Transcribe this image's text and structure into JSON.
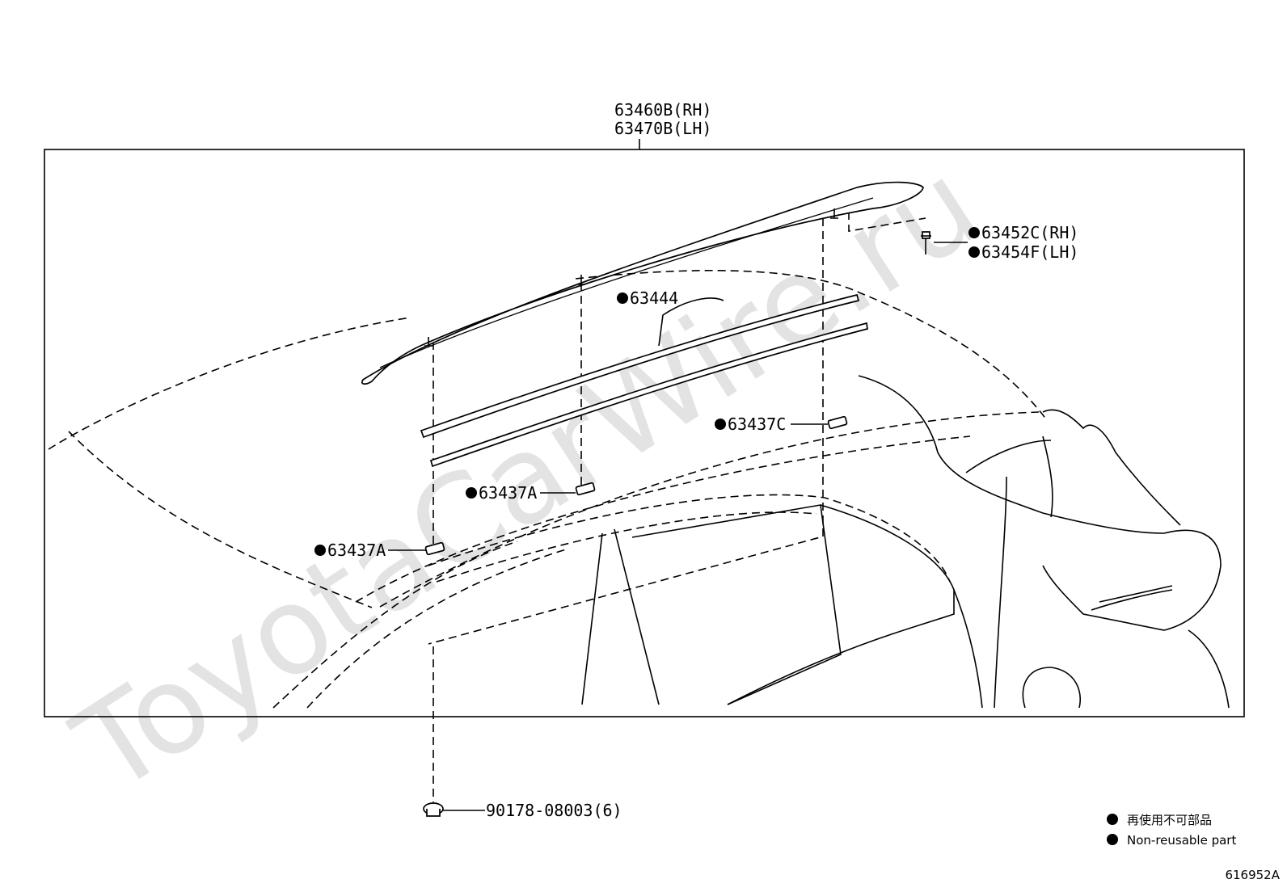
{
  "diagram": {
    "watermark": "ToyotaCarWire.ru",
    "assembly_label_rh": "63460B(RH)",
    "assembly_label_lh": "63470B(LH)",
    "callouts": {
      "clip_rh": "63452C(RH)",
      "clip_lh": "63454F(LH)",
      "molding": "63444",
      "cover_c": "63437C",
      "cover_a_upper": "63437A",
      "cover_a_lower": "63437A",
      "nut": "90178-08003(6)"
    },
    "legend": {
      "japanese": "再使用不可部品",
      "english": "Non-reusable part"
    },
    "figure_id": "616952A"
  }
}
